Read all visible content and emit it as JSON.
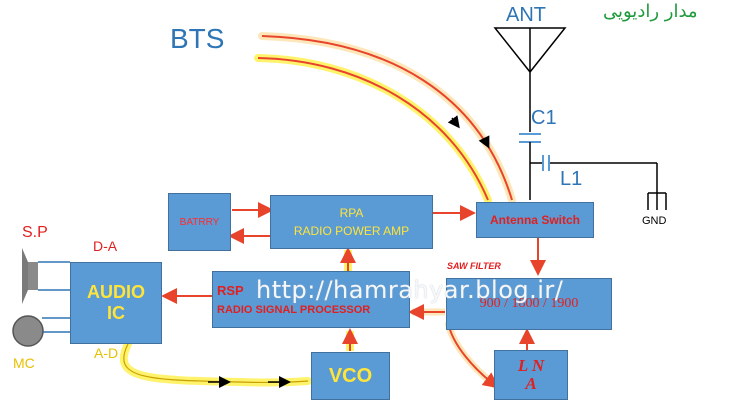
{
  "labels": {
    "bts": "BTS",
    "ant": "ANT",
    "title_fa": "مدار رادیویی",
    "c1": "C1",
    "l1": "L1",
    "gnd": "GND",
    "sp": "S.P",
    "da": "D-A",
    "ad": "A-D",
    "mc": "MC",
    "saw_filter": "SAW FILTER",
    "watermark": "http://hamrahyar.blog.ir/"
  },
  "blocks": {
    "battery": "BATRRY",
    "rpa_title": "RPA",
    "rpa_sub": "RADIO POWER AMP",
    "antenna_switch": "Antenna Switch",
    "audio_l1": "AUDIO",
    "audio_l2": "IC",
    "rsp_title": "RSP",
    "rsp_sub": "RADIO SIGNAL PROCESSOR",
    "filter": "900 / 1800 / 1900",
    "lna_l1": "L N",
    "lna_l2": "A",
    "vco": "VCO"
  },
  "colors": {
    "block_fill": "#5b9bd5",
    "arrow_red": "#e8442c",
    "glow_yellow": "#fff36b",
    "label_blue": "#2e75b6",
    "label_red": "#e02020",
    "title_green": "#1f9a3c",
    "watermark": "#ffffff"
  }
}
